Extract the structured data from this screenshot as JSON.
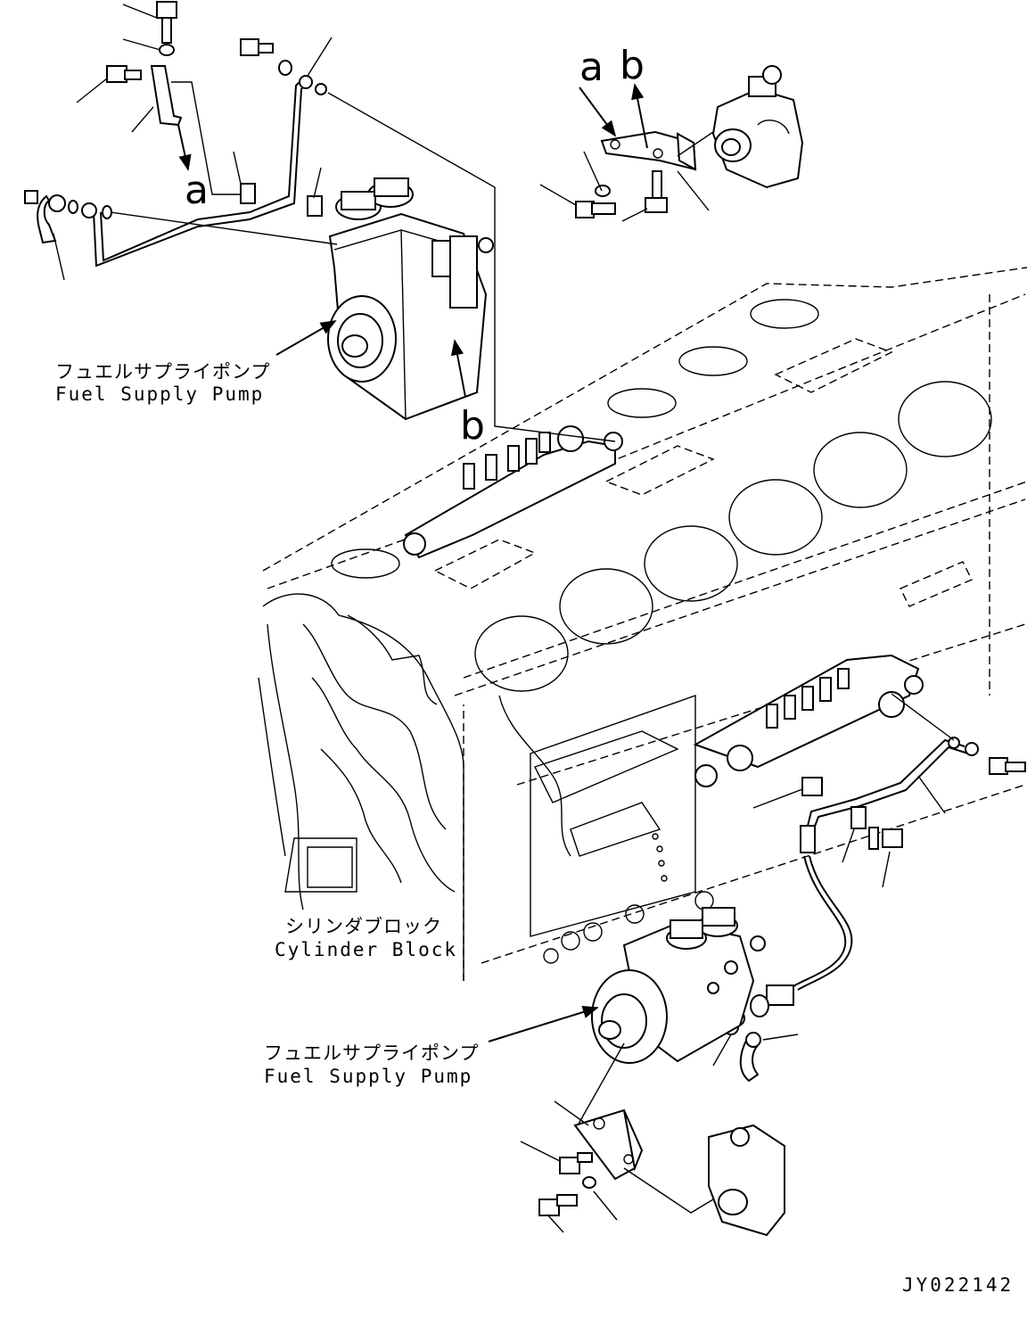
{
  "labels": {
    "pump_top_jp": "フュエルサプライポンプ",
    "pump_top_en": "Fuel Supply Pump",
    "pump_bottom_jp": "フュエルサプライポンプ",
    "pump_bottom_en": "Fuel Supply Pump",
    "block_jp": "シリンダブロック",
    "block_en": "Cylinder Block",
    "ref_a_left": "a",
    "ref_a_top": "a",
    "ref_b_top": "b",
    "ref_b_pump": "b",
    "drawing_code": "JY022142"
  }
}
